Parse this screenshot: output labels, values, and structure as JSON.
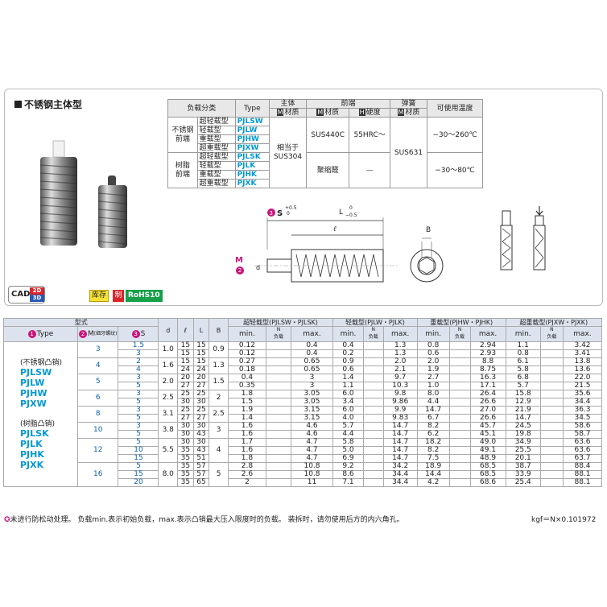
{
  "panel": {
    "title": "不锈钢主体型"
  },
  "badges": {
    "cad": "CAD",
    "d2": "2D",
    "d3": "3D",
    "stock": "库存",
    "made": "制",
    "rohs": "RoHS10"
  },
  "spec": {
    "h_load": "负载分类",
    "h_type": "Type",
    "h_body": "主体",
    "h_tip": "前端",
    "h_spring": "弹簧",
    "h_temp": "可使用温度",
    "h_mat": "材质",
    "h_hard": "硬度",
    "m": "M",
    "h": "H",
    "steel_group": "不锈钢\n前端",
    "resin_group": "树脂\n前端",
    "rows": [
      {
        "load": "超轻载型",
        "type": "PJLSW"
      },
      {
        "load": "轻载型",
        "type": "PJLW"
      },
      {
        "load": "重载型",
        "type": "PJHW"
      },
      {
        "load": "超重载型",
        "type": "PJXW"
      },
      {
        "load": "超轻载型",
        "type": "PJLSK"
      },
      {
        "load": "轻载型",
        "type": "PJLK"
      },
      {
        "load": "重载型",
        "type": "PJHK"
      },
      {
        "load": "超重载型",
        "type": "PJXK"
      }
    ],
    "body_mat": "相当于\nSUS304",
    "tip_mat_steel": "SUS440C",
    "tip_hard_steel": "55HRC～",
    "tip_mat_resin": "聚缩醛",
    "tip_hard_resin": "—",
    "spring_mat": "SUS631",
    "temp_steel": "−30～260℃",
    "temp_resin": "−30～80℃"
  },
  "drawing": {
    "s_label": "S",
    "s_tol_top": "+0.5",
    "s_tol_bot": "0",
    "l_label": "L",
    "l_tol_top": "0",
    "l_tol_bot": "−0.5",
    "ell": "ℓ",
    "b": "B",
    "d": "d",
    "m": "M",
    "n3": "3",
    "n2": "2"
  },
  "table": {
    "h_model": "型式",
    "h_type": "Type",
    "h_m": "M",
    "h_m_note": "(细牙螺纹)",
    "h_s": "S",
    "h_d": "d",
    "h_ell": "ℓ",
    "h_L": "L",
    "h_B": "B",
    "h_g1": "超轻载型(PJLSW・PJLSK)",
    "h_g2": "轻载型(PJLW・PJLK)",
    "h_g3": "重载型(PJHW・PJHK)",
    "h_g4": "超重载型(PJXW・PJXK)",
    "h_min": "min.",
    "h_n": "N",
    "h_nl": "负载",
    "h_max": "max.",
    "n1": "1",
    "n2": "2",
    "n3": "3",
    "type_note1": "(不锈钢凸销)",
    "type_note2": "(树脂凸销)",
    "types_a": [
      "PJLSW",
      "PJLW",
      "PJHW",
      "PJXW"
    ],
    "types_b": [
      "PJLSK",
      "PJLK",
      "PJHK",
      "PJXK"
    ],
    "rows": [
      [
        "3",
        "1.5",
        "1.0",
        "15",
        "15",
        "0.9",
        "0.12",
        "0.4",
        "0.4",
        "1.3",
        "0.8",
        "2.94",
        "1.1",
        "3.42"
      ],
      [
        "",
        "3",
        "",
        "15",
        "15",
        "",
        "0.12",
        "0.4",
        "0.2",
        "1.3",
        "0.6",
        "2.93",
        "0.8",
        "3.41"
      ],
      [
        "4",
        "2",
        "1.6",
        "15",
        "15",
        "1.3",
        "0.27",
        "0.65",
        "0.9",
        "2.0",
        "2.0",
        "8.8",
        "6.1",
        "13.8"
      ],
      [
        "",
        "4",
        "",
        "24",
        "24",
        "",
        "0.18",
        "0.65",
        "0.6",
        "2.1",
        "1.9",
        "8.75",
        "5.8",
        "13.6"
      ],
      [
        "5",
        "3",
        "2.0",
        "20",
        "20",
        "1.5",
        "0.4",
        "3",
        "1.4",
        "9.7",
        "2.7",
        "16.3",
        "6.8",
        "22.0"
      ],
      [
        "",
        "5",
        "",
        "27",
        "27",
        "",
        "0.35",
        "3",
        "1.1",
        "10.3",
        "1.0",
        "17.1",
        "5.7",
        "21.5"
      ],
      [
        "6",
        "3",
        "2.5",
        "25",
        "25",
        "2",
        "1.8",
        "3.05",
        "6.0",
        "9.8",
        "8.0",
        "26.4",
        "15.8",
        "35.6"
      ],
      [
        "",
        "5",
        "",
        "30",
        "30",
        "",
        "1.5",
        "3.05",
        "3.4",
        "9.86",
        "4.4",
        "26.6",
        "12.9",
        "34.4"
      ],
      [
        "8",
        "3",
        "3.1",
        "25",
        "25",
        "2.5",
        "1.9",
        "3.15",
        "6.0",
        "9.9",
        "14.7",
        "27.0",
        "21.9",
        "36.3"
      ],
      [
        "",
        "5",
        "",
        "27",
        "27",
        "",
        "1.4",
        "3.15",
        "4.0",
        "9.83",
        "6.7",
        "26.6",
        "14.7",
        "34.5"
      ],
      [
        "10",
        "3",
        "3.8",
        "30",
        "30",
        "3",
        "1.6",
        "4.6",
        "5.7",
        "14.7",
        "8.2",
        "45.7",
        "24.5",
        "58.6"
      ],
      [
        "",
        "5",
        "",
        "30",
        "43",
        "",
        "1.6",
        "4.6",
        "4.4",
        "14.7",
        "6.2",
        "45.1",
        "19.8",
        "58.7"
      ],
      [
        "12",
        "5",
        "5.5",
        "30",
        "30",
        "4",
        "1.7",
        "4.7",
        "5.8",
        "14.7",
        "18.2",
        "49.0",
        "34.9",
        "63.6"
      ],
      [
        "",
        "10",
        "",
        "35",
        "43",
        "",
        "1.6",
        "4.7",
        "5.0",
        "14.7",
        "8.2",
        "49.1",
        "25.5",
        "63.6"
      ],
      [
        "",
        "15",
        "",
        "35",
        "51",
        "",
        "1.8",
        "4.7",
        "6.9",
        "14.7",
        "7.5",
        "48.9",
        "20.1",
        "63.7"
      ],
      [
        "16",
        "5",
        "8.0",
        "35",
        "57",
        "5",
        "2.8",
        "10.8",
        "9.2",
        "34.2",
        "18.9",
        "68.5",
        "38.7",
        "88.4"
      ],
      [
        "",
        "15",
        "",
        "35",
        "57",
        "",
        "2.6",
        "10.8",
        "8.6",
        "34.4",
        "14.4",
        "68.5",
        "33.9",
        "88.1"
      ],
      [
        "",
        "20",
        "",
        "35",
        "65",
        "",
        "2",
        "11",
        "7.1",
        "34.4",
        "4.2",
        "68.6",
        "25.4",
        "88.1"
      ]
    ]
  },
  "footer": {
    "text": "未进行防松动处理。 负载min.表示初始负载，max.表示凸销最大压入限度时的负载。 装拆时，请勿使用后方的内六角孔。",
    "kgf": "kgf＝N×0.101972"
  }
}
